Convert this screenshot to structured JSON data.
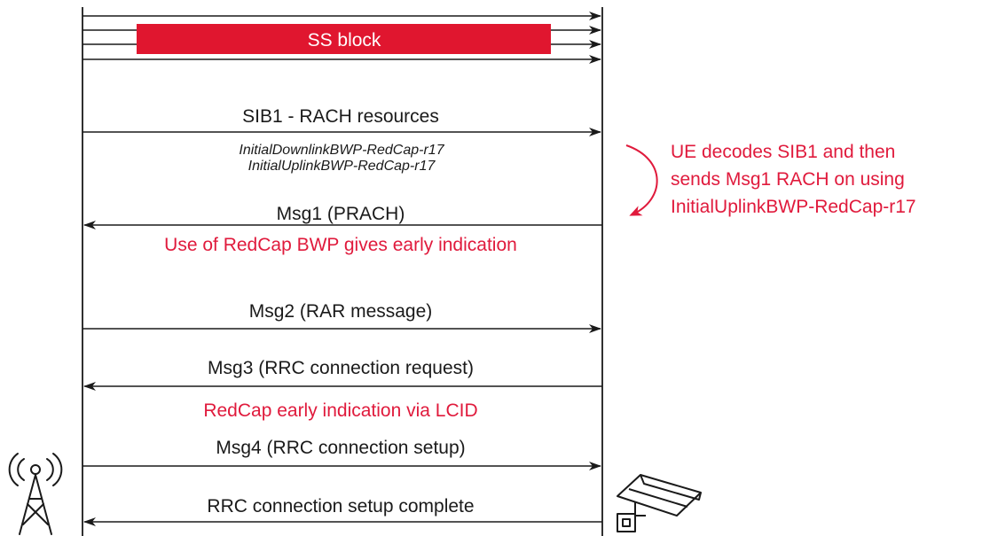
{
  "colors": {
    "accent_red": "#e01a3c",
    "line_black": "#1a1a1a",
    "ss_block_fill": "#e0162f"
  },
  "icons": {
    "base_station": "radio-tower-icon",
    "user_equipment": "surveillance-camera-icon"
  },
  "ss_block": {
    "label": "SS block"
  },
  "messages": [
    {
      "id": "sib1",
      "label": "SIB1 - RACH resources",
      "direction": "right"
    },
    {
      "id": "msg1",
      "label": "Msg1 (PRACH)",
      "direction": "left"
    },
    {
      "id": "msg2",
      "label": "Msg2 (RAR message)",
      "direction": "right"
    },
    {
      "id": "msg3",
      "label": "Msg3 (RRC connection request)",
      "direction": "left"
    },
    {
      "id": "msg4",
      "label": "Msg4 (RRC connection setup)",
      "direction": "right"
    },
    {
      "id": "complete",
      "label": "RRC connection setup complete",
      "direction": "left"
    }
  ],
  "sib1_details": {
    "line1": "InitialDownlinkBWP-RedCap-r17",
    "line2": "InitialUplinkBWP-RedCap-r17"
  },
  "notes": {
    "redcap_bwp": "Use of RedCap BWP gives early indication",
    "lcid": "RedCap early indication via LCID",
    "ue_line1": "UE decodes SIB1 and then",
    "ue_line2": "sends Msg1 RACH on using",
    "ue_line3": "InitialUplinkBWP-RedCap-r17"
  }
}
